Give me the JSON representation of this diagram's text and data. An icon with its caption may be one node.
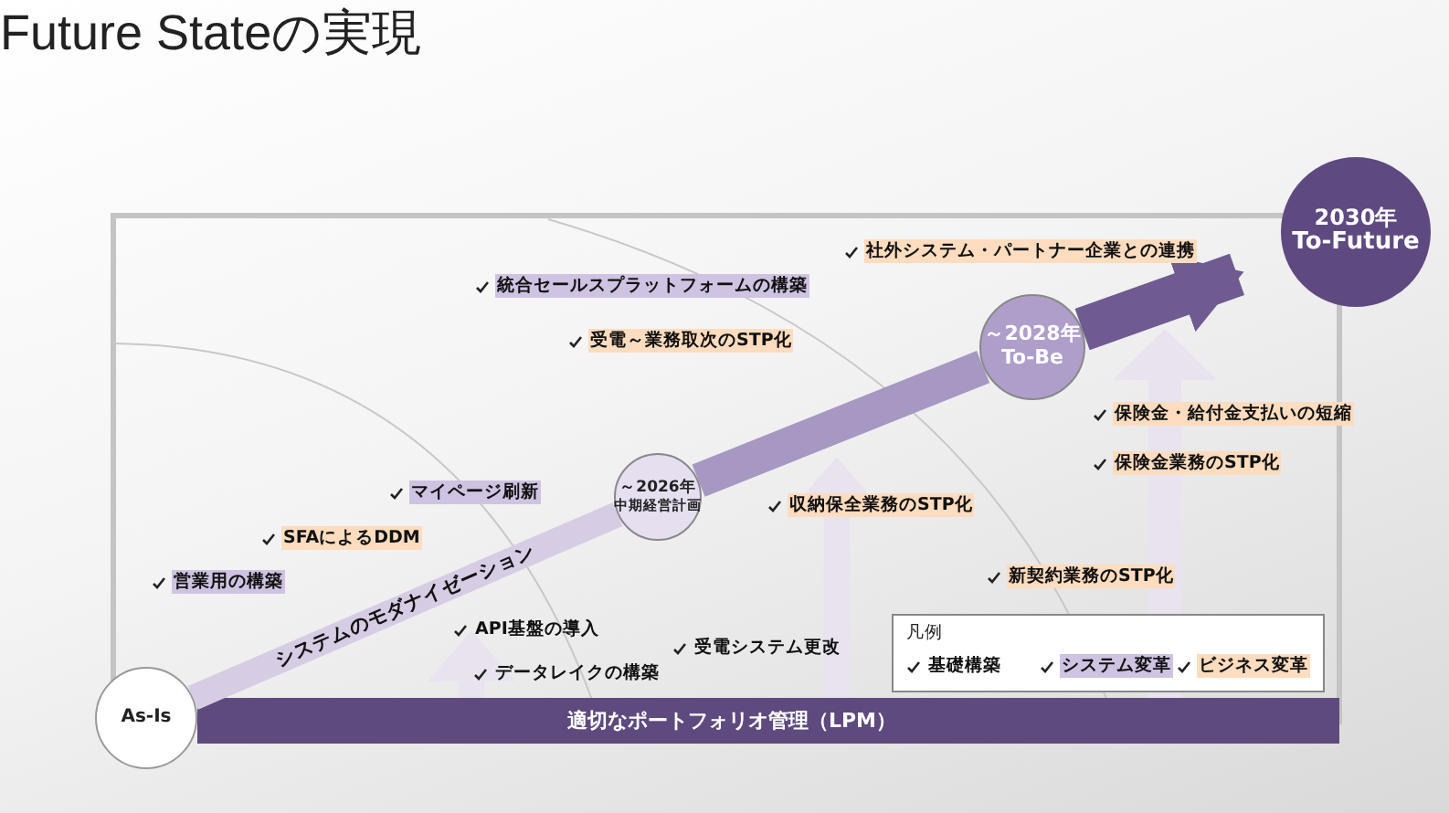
{
  "diagram": {
    "title": "Future Stateの実現",
    "nodes": [
      {
        "text": [
          "As-Is"
        ]
      },
      {
        "text": [
          "～2026年",
          "中期経営計画"
        ]
      },
      {
        "text": [
          "～2028年",
          "To-Be"
        ]
      },
      {
        "text": [
          "2030年",
          "To-Future"
        ]
      },
      {
        "text": [
          "適切なポートフォリオ管理（LPM）"
        ]
      }
    ],
    "edges": [
      {
        "from": 0,
        "to": 1,
        "arrow": "none",
        "label": "システムのモダナイゼーション",
        "color": "#d6cce4"
      },
      {
        "from": 1,
        "to": 2,
        "arrow": "none",
        "color": "#a797c3"
      },
      {
        "from": 2,
        "to": 3,
        "arrow": "to",
        "color": "#6f5a92"
      }
    ],
    "labels": [
      "社外システム・パートナー企業との連携",
      "統合セールスプラットフォームの構築",
      "受電～業務取次のSTP化",
      "保険金・給付金支払いの短縮",
      "保険金業務のSTP化",
      "マイページ刷新",
      "収納保全業務のSTP化",
      "SFAによるDDM",
      "営業用の構築",
      "新契約業務のSTP化",
      "API基盤の導入",
      "受電システム更改",
      "データレイクの構築",
      "凡例"
    ],
    "legend": [
      {
        "text": "基礎構築"
      },
      {
        "text": "システム変革",
        "color": "#cfc3e2"
      },
      {
        "text": "ビジネス変革",
        "color": "#fddcbf"
      }
    ]
  }
}
